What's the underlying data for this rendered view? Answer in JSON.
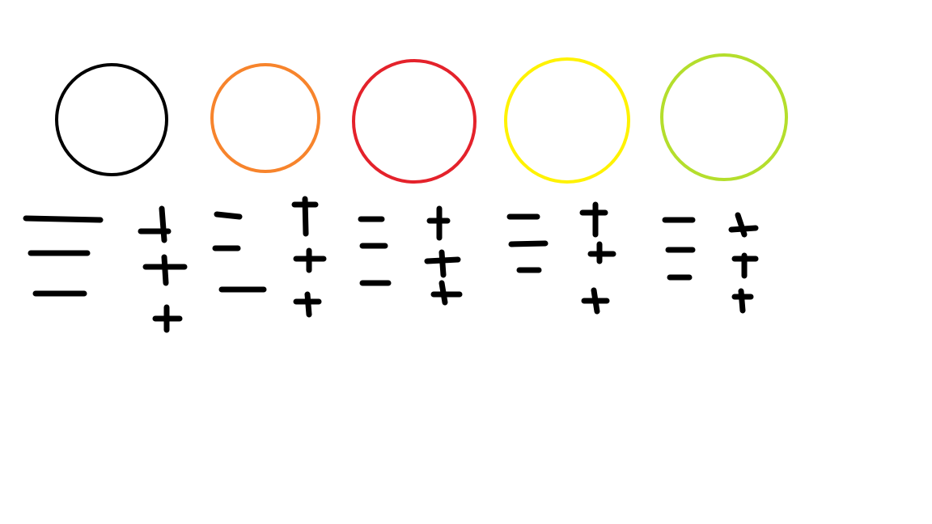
{
  "colors": {
    "background": "#ffffff",
    "mark": "#000000"
  },
  "groups": [
    {
      "circle_color": "#000000",
      "minus_count": 3,
      "plus_count": 3
    },
    {
      "circle_color": "#f7842c",
      "minus_count": 3,
      "plus_count": 3
    },
    {
      "circle_color": "#e4222b",
      "minus_count": 3,
      "plus_count": 3
    },
    {
      "circle_color": "#fff200",
      "minus_count": 3,
      "plus_count": 3
    },
    {
      "circle_color": "#b4de2c",
      "minus_count": 3,
      "plus_count": 3
    }
  ]
}
